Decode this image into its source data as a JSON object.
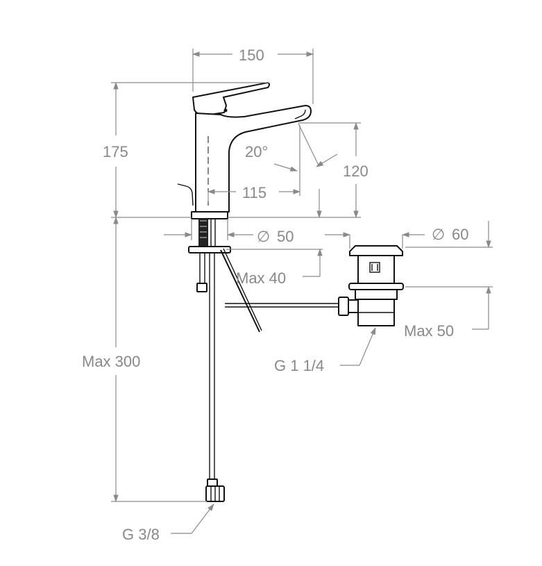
{
  "labels": {
    "width_150": "150",
    "height_175": "175",
    "angle_20": "20°",
    "height_120": "120",
    "reach_115": "115",
    "hole_50": "50",
    "hole_60": "60",
    "max_40": "Max 40",
    "max_50": "Max 50",
    "max_300": "Max 300",
    "thread_g114": "G 1 1/4",
    "thread_g38": "G 3/8",
    "diameter_symbol": "∅"
  },
  "colors": {
    "dimension": "#888888",
    "outline": "#111111"
  }
}
